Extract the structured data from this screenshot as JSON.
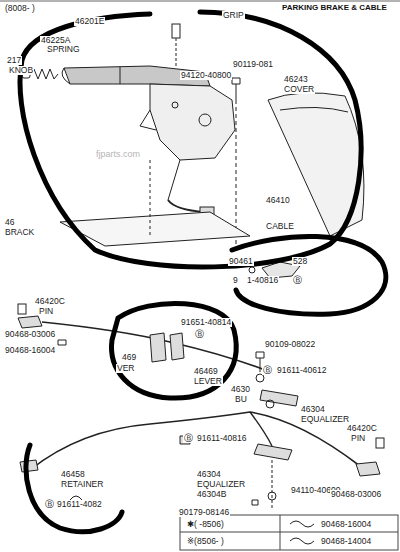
{
  "diagram": {
    "title": "PARKING BRAKE & CABLE",
    "labels": [
      "(8008-    )",
      "GRIP",
      "46201E",
      "46225A",
      "SPRING",
      "217",
      "KNOB",
      "90119-081",
      "94120-40800",
      "46243",
      "COVER",
      "fjparts.com",
      "46410",
      "CABLE",
      "46",
      "BRACK",
      "90461",
      "528",
      "9",
      "1-40816",
      "Ⓑ",
      "46420C",
      "PIN",
      "90468-03006",
      "90468-16004",
      "91651-40814",
      "Ⓑ",
      "469",
      "VER",
      "46469",
      "LEVER",
      "90109-08022",
      "Ⓑ",
      "91611-40612",
      "4630",
      "BU",
      "46304",
      "EQUALIZER",
      "46420C",
      "PIN",
      "91611-40816",
      "Ⓑ",
      "46304",
      "EQUALIZER",
      "46304B",
      "90179-08146",
      "94110-40600",
      "90468-03006",
      "46458",
      "RETAINER",
      "Ⓑ",
      "91611-4082",
      "✱(    -8506)",
      "90468-16004",
      "※(8506-    )",
      "90468-14004"
    ]
  }
}
